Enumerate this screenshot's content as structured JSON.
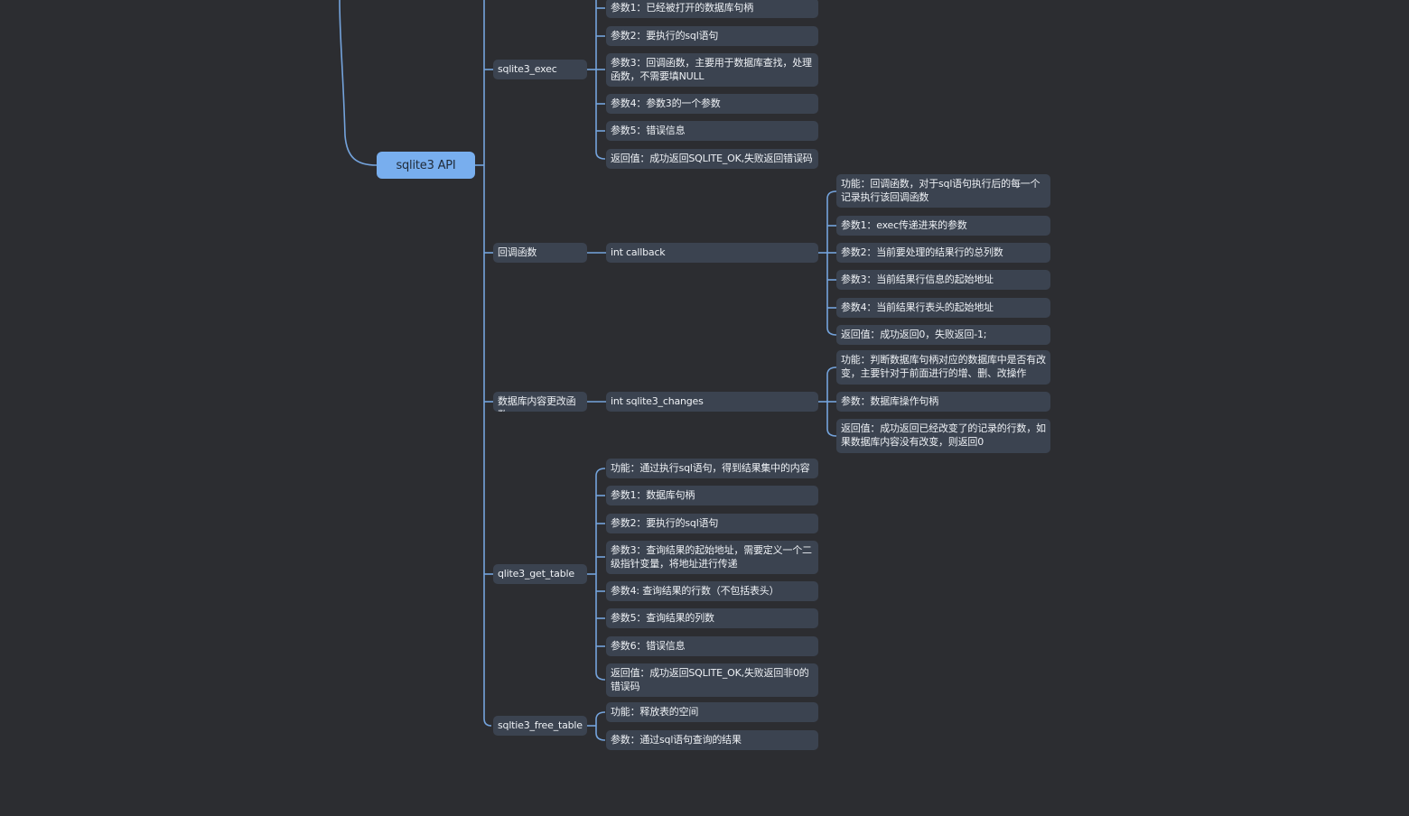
{
  "root": {
    "label": "sqlite3 API"
  },
  "branches": {
    "exec": {
      "label": "sqlite3_exec",
      "children": [
        "参数1：已经被打开的数据库句柄",
        "参数2：要执行的sql语句",
        "参数3：回调函数，主要用于数据库查找，处理函数，不需要填NULL",
        "参数4：参数3的一个参数",
        "参数5：错误信息",
        "返回值：成功返回SQLITE_OK,失败返回错误码"
      ]
    },
    "callback": {
      "label": "回调函数",
      "mid": "int callback",
      "children": [
        "功能：回调函数，对于sql语句执行后的每一个记录执行该回调函数",
        "参数1：exec传递进来的参数",
        "参数2：当前要处理的结果行的总列数",
        "参数3：当前结果行信息的起始地址",
        "参数4：当前结果行表头的起始地址",
        "返回值：成功返回0，失败返回-1;"
      ]
    },
    "changes": {
      "label": "数据库内容更改函数",
      "mid": "int sqlite3_changes",
      "children": [
        "功能：判断数据库句柄对应的数据库中是否有改变，主要针对于前面进行的增、删、改操作",
        "参数：数据库操作句柄",
        "返回值：成功返回已经改变了的记录的行数，如果数据库内容没有改变，则返回0"
      ]
    },
    "get_table": {
      "label": "qlite3_get_table",
      "children": [
        "功能：通过执行sql语句，得到结果集中的内容",
        "参数1：数据库句柄",
        "参数2：要执行的sql语句",
        "参数3：查询结果的起始地址，需要定义一个二级指针变量，将地址进行传递",
        "参数4: 查询结果的行数（不包括表头）",
        "参数5：查询结果的列数",
        "参数6：错误信息",
        "返回值：成功返回SQLITE_OK,失败返回非0的错误码"
      ]
    },
    "free_table": {
      "label": "sqltie3_free_table",
      "children": [
        "功能：释放表的空间",
        "参数：通过sql语句查询的结果"
      ]
    }
  },
  "colors": {
    "background": "#2c2d31",
    "node": "#3b4350",
    "root": "#78aeee",
    "line": "#74a3dc"
  }
}
